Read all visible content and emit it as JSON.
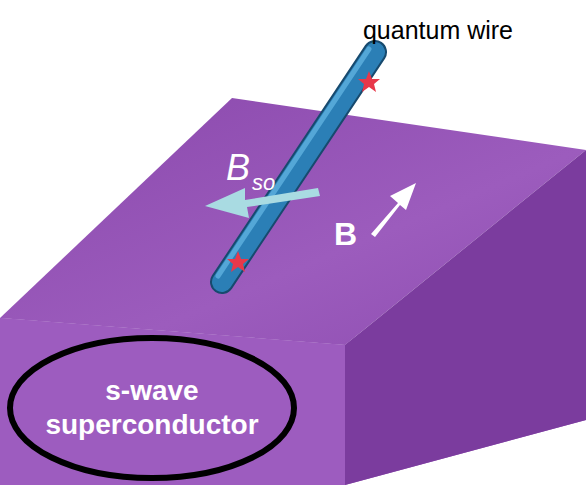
{
  "diagram": {
    "nodes": [
      {
        "text": [
          "s-wave superconductor"
        ]
      }
    ],
    "labels": [
      "quantum wire",
      "B",
      "so",
      "B"
    ]
  }
}
